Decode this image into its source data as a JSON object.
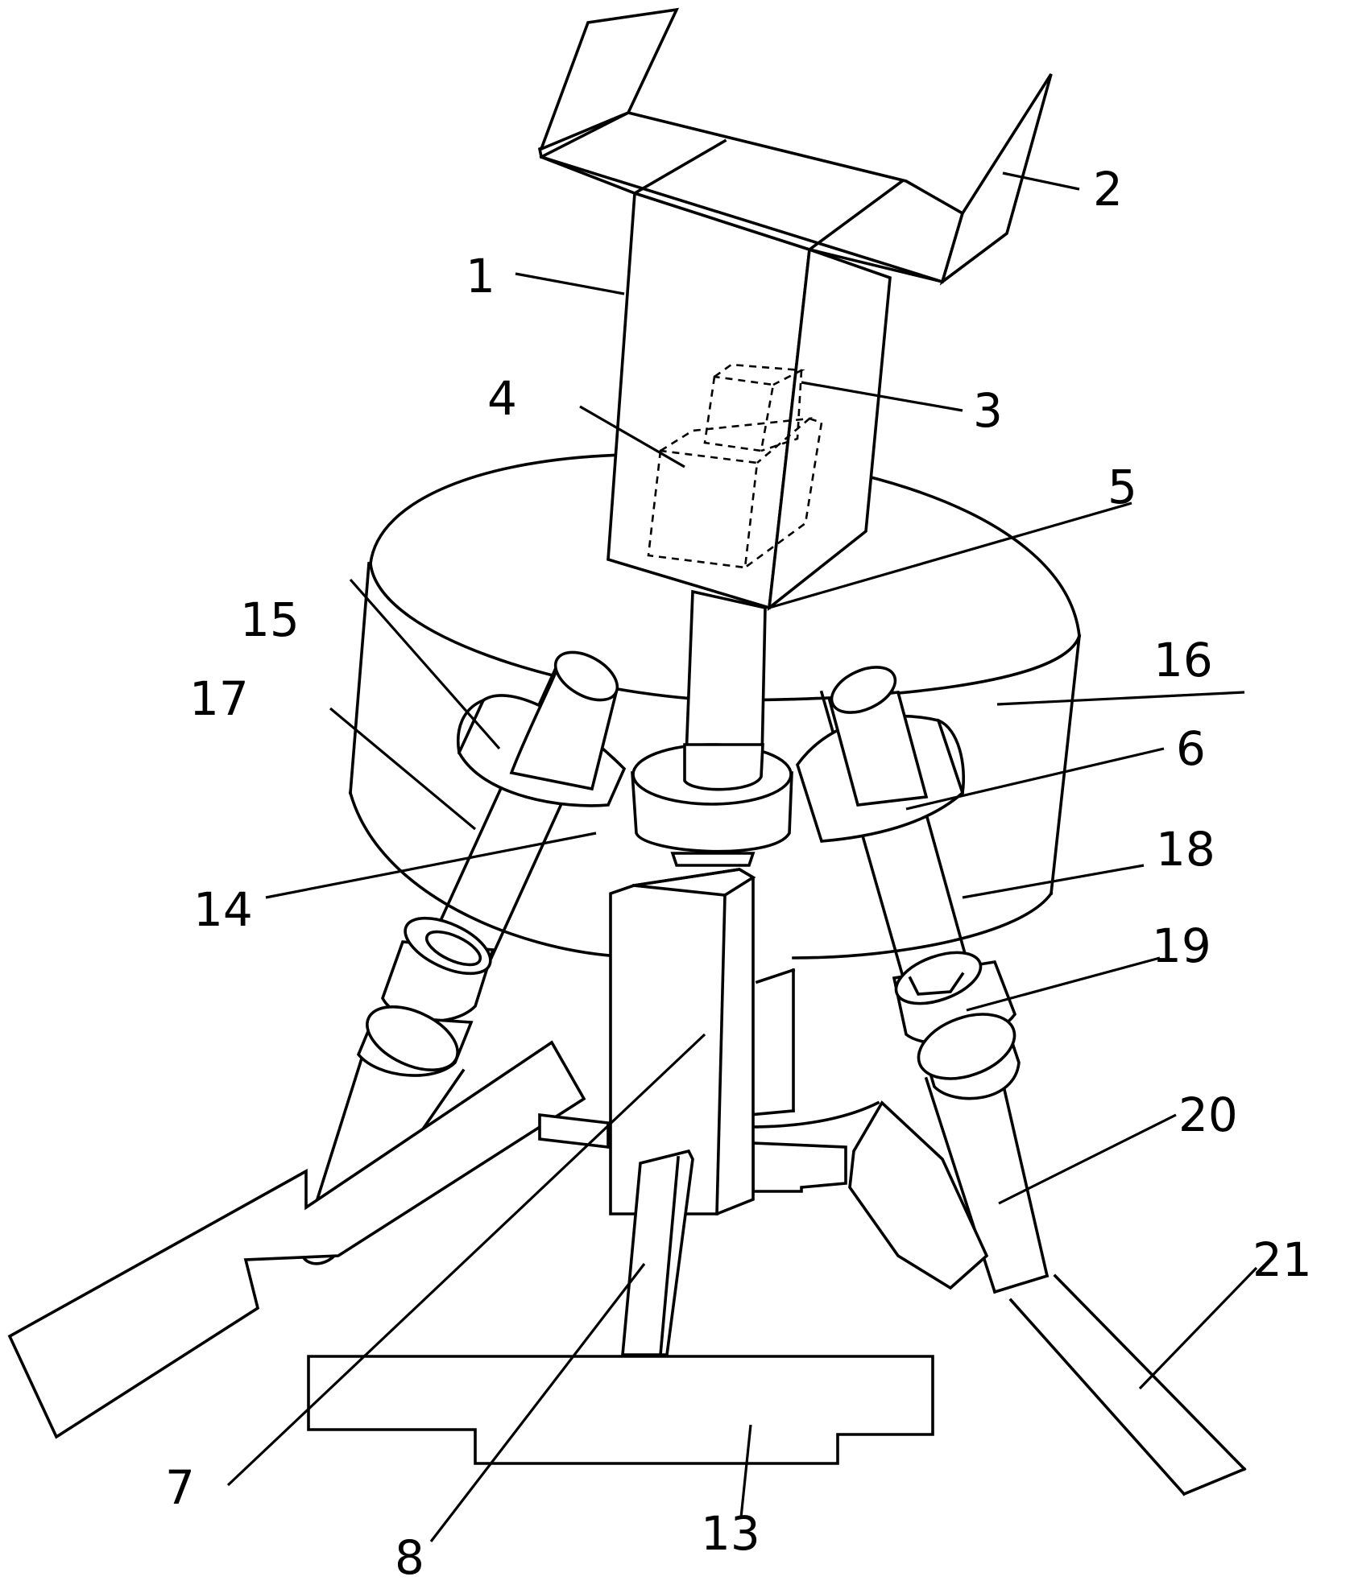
{
  "labels": [
    {
      "id": "1",
      "text": "1"
    },
    {
      "id": "2",
      "text": "2"
    },
    {
      "id": "3",
      "text": "3"
    },
    {
      "id": "4",
      "text": "4"
    },
    {
      "id": "5",
      "text": "5"
    },
    {
      "id": "6",
      "text": "6"
    },
    {
      "id": "7",
      "text": "7"
    },
    {
      "id": "8",
      "text": "8"
    },
    {
      "id": "13",
      "text": "13"
    },
    {
      "id": "14",
      "text": "14"
    },
    {
      "id": "15",
      "text": "15"
    },
    {
      "id": "16",
      "text": "16"
    },
    {
      "id": "17",
      "text": "17"
    },
    {
      "id": "18",
      "text": "18"
    },
    {
      "id": "19",
      "text": "19"
    },
    {
      "id": "20",
      "text": "20"
    },
    {
      "id": "21",
      "text": "21"
    }
  ]
}
